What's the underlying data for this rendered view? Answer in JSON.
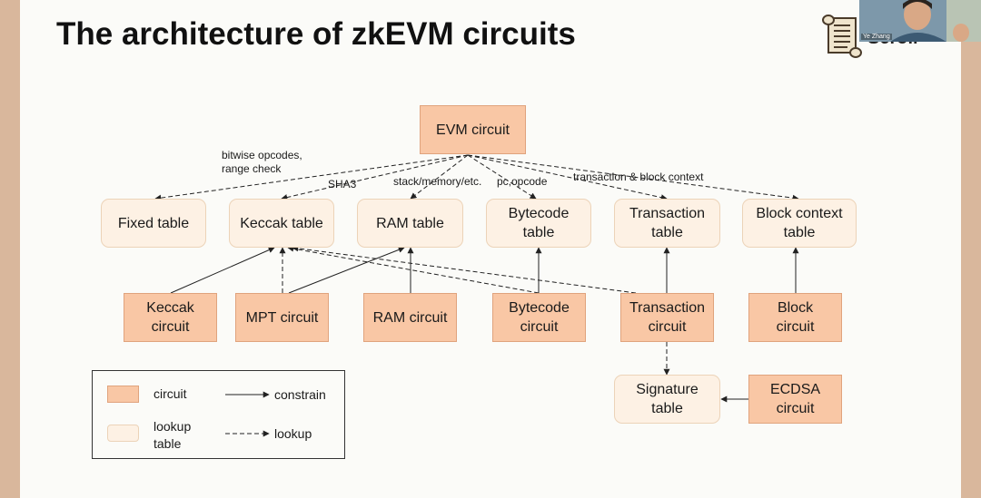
{
  "slide": {
    "title": "The architecture of zkEVM circuits"
  },
  "nodes": {
    "evm_circuit": "EVM circuit",
    "fixed_table": "Fixed table",
    "keccak_table": "Keccak table",
    "ram_table": "RAM table",
    "bytecode_table": "Bytecode\ntable",
    "transaction_table": "Transaction\ntable",
    "block_context_table": "Block context\ntable",
    "keccak_circuit": "Keccak\ncircuit",
    "mpt_circuit": "MPT circuit",
    "ram_circuit": "RAM circuit",
    "bytecode_circuit": "Bytecode\ncircuit",
    "transaction_circuit": "Transaction\ncircuit",
    "block_circuit": "Block\ncircuit",
    "signature_table": "Signature\ntable",
    "ecdsa_circuit": "ECDSA\ncircuit"
  },
  "edge_labels": {
    "bitwise": "bitwise opcodes,\nrange check",
    "sha3": "SHA3",
    "stack": "stack/memory/etc.",
    "pc": "pc,opcode",
    "tx_block": "transaction & block context"
  },
  "legend": {
    "circuit": "circuit",
    "lookup_table": "lookup\ntable",
    "constrain": "constrain",
    "lookup": "lookup"
  },
  "overlay": {
    "webcam_name": "Ye Zhang",
    "logo_text": "Scroll"
  },
  "colors": {
    "circuit_fill": "#f9c7a5",
    "lookup_fill": "#fdf1e4",
    "slide_bg": "#fbfbf8",
    "frame": "#d9b79c"
  }
}
